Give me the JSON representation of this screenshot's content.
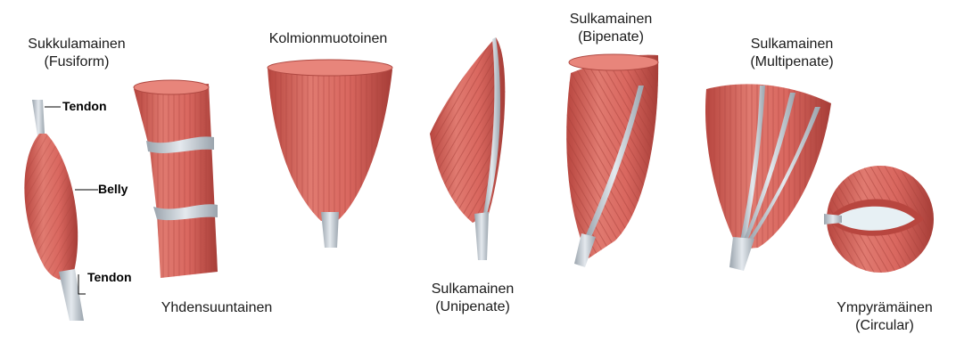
{
  "labels": {
    "fusiform": {
      "line1": "Sukkulamainen",
      "line2": "(Fusiform)"
    },
    "parallel": {
      "line1": "Yhdensuuntainen"
    },
    "convergent": {
      "line1": "Kolmionmuotoinen"
    },
    "unipennate": {
      "line1": "Sulkamainen",
      "line2": "(Unipenate)"
    },
    "bipennate": {
      "line1": "Sulkamainen",
      "line2": "(Bipenate)"
    },
    "multipennate": {
      "line1": "Sulkamainen",
      "line2": "(Multipenate)"
    },
    "circular": {
      "line1": "Ympyrämäinen",
      "line2": "(Circular)"
    }
  },
  "annotations": {
    "tendon_top": "Tendon",
    "belly": "Belly",
    "tendon_bottom": "Tendon"
  },
  "colors": {
    "muscle": "#d9675f",
    "muscle_dark": "#b8463f",
    "muscle_light": "#ec8e84",
    "tendon": "#c9d0d6",
    "tendon_dark": "#9aa4ad"
  }
}
